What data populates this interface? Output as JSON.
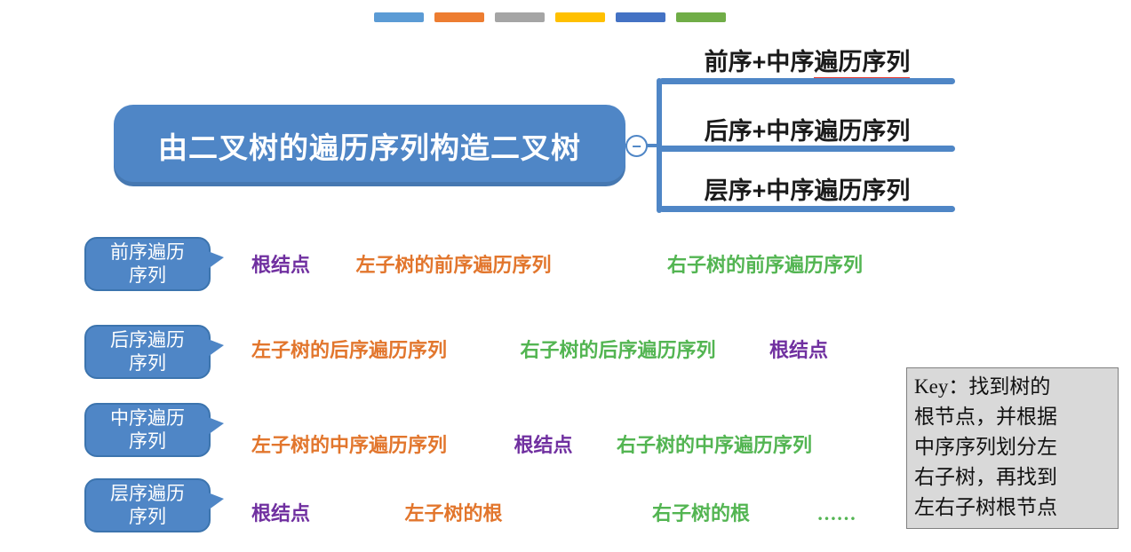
{
  "colors": {
    "node-blue": "#4F86C6",
    "bubble-border": "#3C74AE",
    "branch-text": "#1A1A1A",
    "purple": "#7030A0",
    "orange": "#E2762D",
    "green": "#53B552",
    "red": "#E8372C",
    "keybox-bg": "#D9D9D9",
    "keybox-border": "#808080"
  },
  "palette_strip": {
    "colors": [
      "#5B9BD5",
      "#ED7D31",
      "#A5A5A5",
      "#FFC000",
      "#4472C4",
      "#70AD47"
    ]
  },
  "root_node": {
    "label": "由二叉树的遍历序列构造二叉树",
    "collapse_glyph": "−"
  },
  "branches": [
    {
      "prefix": "前序+中序",
      "underlined": "遍历序列"
    },
    {
      "label": "后序+中序遍历序列"
    },
    {
      "label": "层序+中序遍历序列"
    }
  ],
  "rows": [
    {
      "bubble": {
        "line1": "前序遍历",
        "line2": "序列"
      },
      "segments": [
        {
          "text": "根结点",
          "color": "purple"
        },
        {
          "text": "左子树的前序遍历序列",
          "color": "orange"
        },
        {
          "text": "右子树的前序遍历序列",
          "color": "green"
        }
      ]
    },
    {
      "bubble": {
        "line1": "后序遍历",
        "line2": "序列"
      },
      "segments": [
        {
          "text": "左子树的后序遍历序列",
          "color": "orange"
        },
        {
          "text": "右子树的后序遍历序列",
          "color": "green"
        },
        {
          "text": "根结点",
          "color": "purple"
        }
      ]
    },
    {
      "bubble": {
        "line1": "中序遍历",
        "line2": "序列"
      },
      "segments": [
        {
          "text": "左子树的中序遍历序列",
          "color": "orange"
        },
        {
          "text": "根结点",
          "color": "purple"
        },
        {
          "text": "右子树的中序遍历序列",
          "color": "green"
        }
      ]
    },
    {
      "bubble": {
        "line1": "层序遍历",
        "line2": "序列"
      },
      "segments": [
        {
          "text": "根结点",
          "color": "purple"
        },
        {
          "text": "左子树的根",
          "color": "orange"
        },
        {
          "text": "右子树的根",
          "color": "green"
        },
        {
          "text": "……",
          "color": "green"
        }
      ]
    }
  ],
  "key_box": {
    "lines": [
      "Key：找到树的",
      "根节点，并根据",
      "中序序列划分左",
      "右子树，再找到",
      "左右子树根节点"
    ]
  }
}
